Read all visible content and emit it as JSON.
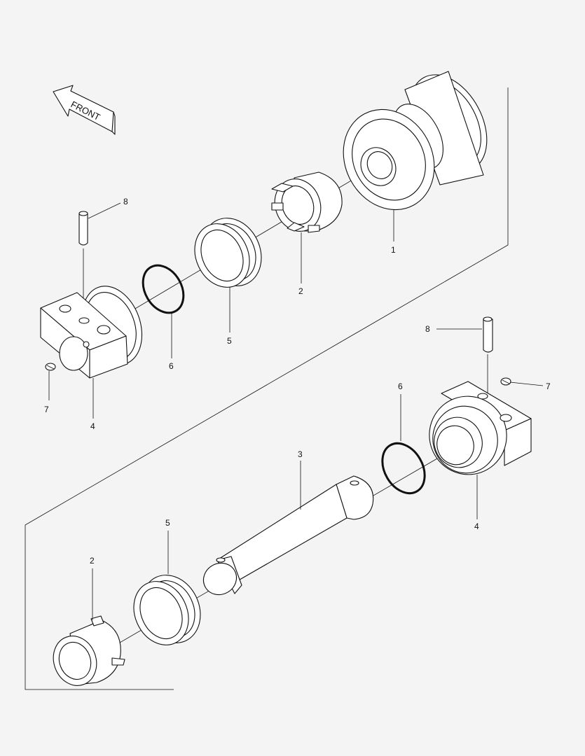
{
  "arrow": {
    "label": "FRONT"
  },
  "callouts": {
    "c1": "1",
    "c2a": "2",
    "c2b": "2",
    "c3": "3",
    "c4a": "4",
    "c4b": "4",
    "c5a": "5",
    "c5b": "5",
    "c6a": "6",
    "c6b": "6",
    "c7a": "7",
    "c7b": "7",
    "c8a": "8",
    "c8b": "8"
  }
}
